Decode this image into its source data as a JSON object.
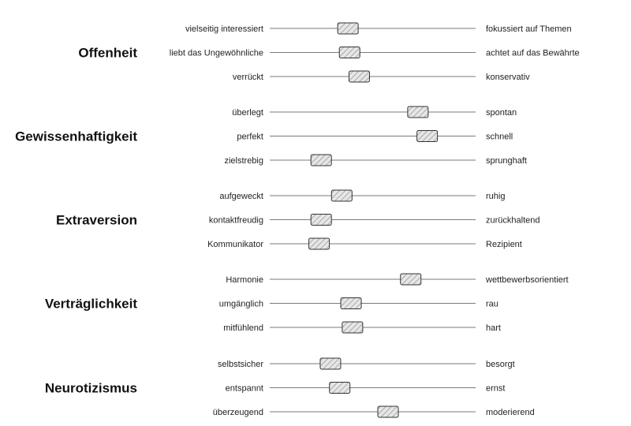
{
  "chart_data": {
    "type": "semantic_differential",
    "scale": [
      0,
      1
    ],
    "marker_width_fraction": 0.1,
    "colors": {
      "line": "#7a7a7a",
      "marker_stroke": "#333333",
      "marker_fill": "#e6e6e6",
      "hatch": "#8a8a8a",
      "text": "#222222"
    },
    "categories": [
      {
        "name": "Offenheit",
        "items": [
          {
            "left": "vielseitig interessiert",
            "right": "fokussiert auf Themen",
            "value": 0.33
          },
          {
            "left": "liebt das Ungewöhnliche",
            "right": "achtet auf das Bewährte",
            "value": 0.338
          },
          {
            "left": "verrückt",
            "right": "konservativ",
            "value": 0.385
          }
        ]
      },
      {
        "name": "Gewissenhaftigkeit",
        "items": [
          {
            "left": "überlegt",
            "right": "spontan",
            "value": 0.67
          },
          {
            "left": "perfekt",
            "right": "schnell",
            "value": 0.715
          },
          {
            "left": "zielstrebig",
            "right": "sprunghaft",
            "value": 0.2
          }
        ]
      },
      {
        "name": "Extraversion",
        "items": [
          {
            "left": "aufgeweckt",
            "right": "ruhig",
            "value": 0.3
          },
          {
            "left": "kontaktfreudig",
            "right": "zurückhaltend",
            "value": 0.2
          },
          {
            "left": "Kommunikator",
            "right": "Rezipient",
            "value": 0.19
          }
        ]
      },
      {
        "name": "Verträglichkeit",
        "items": [
          {
            "left": "Harmonie",
            "right": "wettbewerbsorientiert",
            "value": 0.635
          },
          {
            "left": "umgänglich",
            "right": "rau",
            "value": 0.345
          },
          {
            "left": "mitfühlend",
            "right": "hart",
            "value": 0.352
          }
        ]
      },
      {
        "name": "Neurotizismus",
        "items": [
          {
            "left": "selbstsicher",
            "right": "besorgt",
            "value": 0.245
          },
          {
            "left": "entspannt",
            "right": "ernst",
            "value": 0.29
          },
          {
            "left": "überzeugend",
            "right": "moderierend",
            "value": 0.525
          }
        ]
      }
    ]
  }
}
